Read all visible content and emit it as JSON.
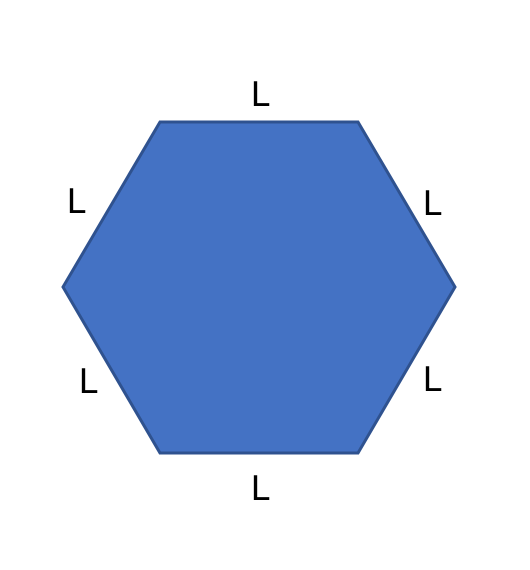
{
  "diagram": {
    "shape": "regular-hexagon",
    "fill_color": "#4472C4",
    "stroke_color": "#2F528F",
    "side_labels": {
      "top": "L",
      "upper_right": "L",
      "lower_right": "L",
      "bottom": "L",
      "lower_left": "L",
      "upper_left": "L"
    }
  }
}
